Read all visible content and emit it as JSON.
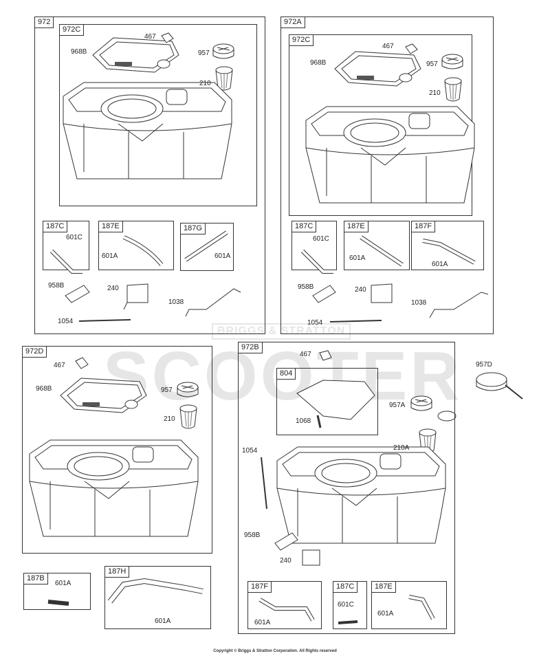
{
  "watermark": {
    "brand_banner": "BRIGGS & STRATTON",
    "big_word": "SCOOTER"
  },
  "copyright": "Copyright © Briggs & Stratton Corporation. All Rights reserved",
  "panels": {
    "p972": {
      "tag": "972"
    },
    "p972c_a": {
      "tag": "972C"
    },
    "p187c_a": {
      "tag": "187C"
    },
    "p187e_a": {
      "tag": "187E"
    },
    "p187g": {
      "tag": "187G"
    },
    "p972a": {
      "tag": "972A"
    },
    "p972c_b": {
      "tag": "972C"
    },
    "p187c_b": {
      "tag": "187C"
    },
    "p187e_b": {
      "tag": "187E"
    },
    "p187f_b": {
      "tag": "187F"
    },
    "p972d": {
      "tag": "972D"
    },
    "p187b": {
      "tag": "187B"
    },
    "p187h": {
      "tag": "187H"
    },
    "p972b": {
      "tag": "972B"
    },
    "p804": {
      "tag": "804"
    },
    "p187f_c": {
      "tag": "187F"
    },
    "p187c_c": {
      "tag": "187C"
    },
    "p187e_c": {
      "tag": "187E"
    }
  },
  "labels": {
    "l467_a": "467",
    "l968b_a": "968B",
    "l957_a": "957",
    "l210_a": "210",
    "l601c_a": "601C",
    "l601a_a1": "601A",
    "l601a_a2": "601A",
    "l958b_a": "958B",
    "l240_a": "240",
    "l1038_a": "1038",
    "l1054_a": "1054",
    "l467_b": "467",
    "l968b_b": "968B",
    "l957_b": "957",
    "l210_b": "210",
    "l601c_b": "601C",
    "l601a_b1": "601A",
    "l601a_b2": "601A",
    "l958b_b": "958B",
    "l240_b": "240",
    "l1038_b": "1038",
    "l1054_b": "1054",
    "l467_d": "467",
    "l968b_d": "968B",
    "l957_d": "957",
    "l210_d": "210",
    "l601a_187b": "601A",
    "l601a_187h": "601A",
    "l467_c": "467",
    "l1068": "1068",
    "l957a": "957A",
    "l210a": "210A",
    "l957d": "957D",
    "l1054_c": "1054",
    "l958b_c": "958B",
    "l240_c": "240",
    "l601a_c1": "601A",
    "l601c_c": "601C",
    "l601a_c2": "601A"
  }
}
